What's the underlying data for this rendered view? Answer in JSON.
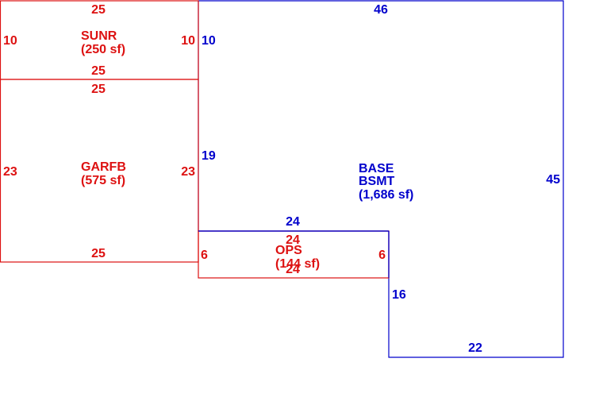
{
  "colors": {
    "attached": "#dd1111",
    "base": "#0000cc",
    "background": "#ffffff"
  },
  "areas": [
    {
      "key": "sunr",
      "name_lines": [
        "SUNR"
      ],
      "area_text": "(250 sf)",
      "color": "#dd1111",
      "dims": {
        "top": "25",
        "bottom": "25",
        "left": "10",
        "right": "10"
      }
    },
    {
      "key": "garfb",
      "name_lines": [
        "GARFB"
      ],
      "area_text": "(575 sf)",
      "color": "#dd1111",
      "dims": {
        "top": "25",
        "bottom": "25",
        "left": "23",
        "right": "23"
      }
    },
    {
      "key": "ops",
      "name_lines": [
        "OPS"
      ],
      "area_text": "(144 sf)",
      "color": "#dd1111",
      "dims": {
        "top": "24",
        "bottom": "24",
        "left": "6",
        "right": "6"
      }
    },
    {
      "key": "base",
      "name_lines": [
        "BASE",
        "BSMT"
      ],
      "area_text": "(1,686 sf)",
      "color": "#0000cc",
      "dims": {
        "top": "46",
        "right": "45",
        "bottom": "22",
        "inner_left": "16",
        "inner_top": "24",
        "left_lower": "19",
        "left_upper": "10"
      }
    }
  ]
}
